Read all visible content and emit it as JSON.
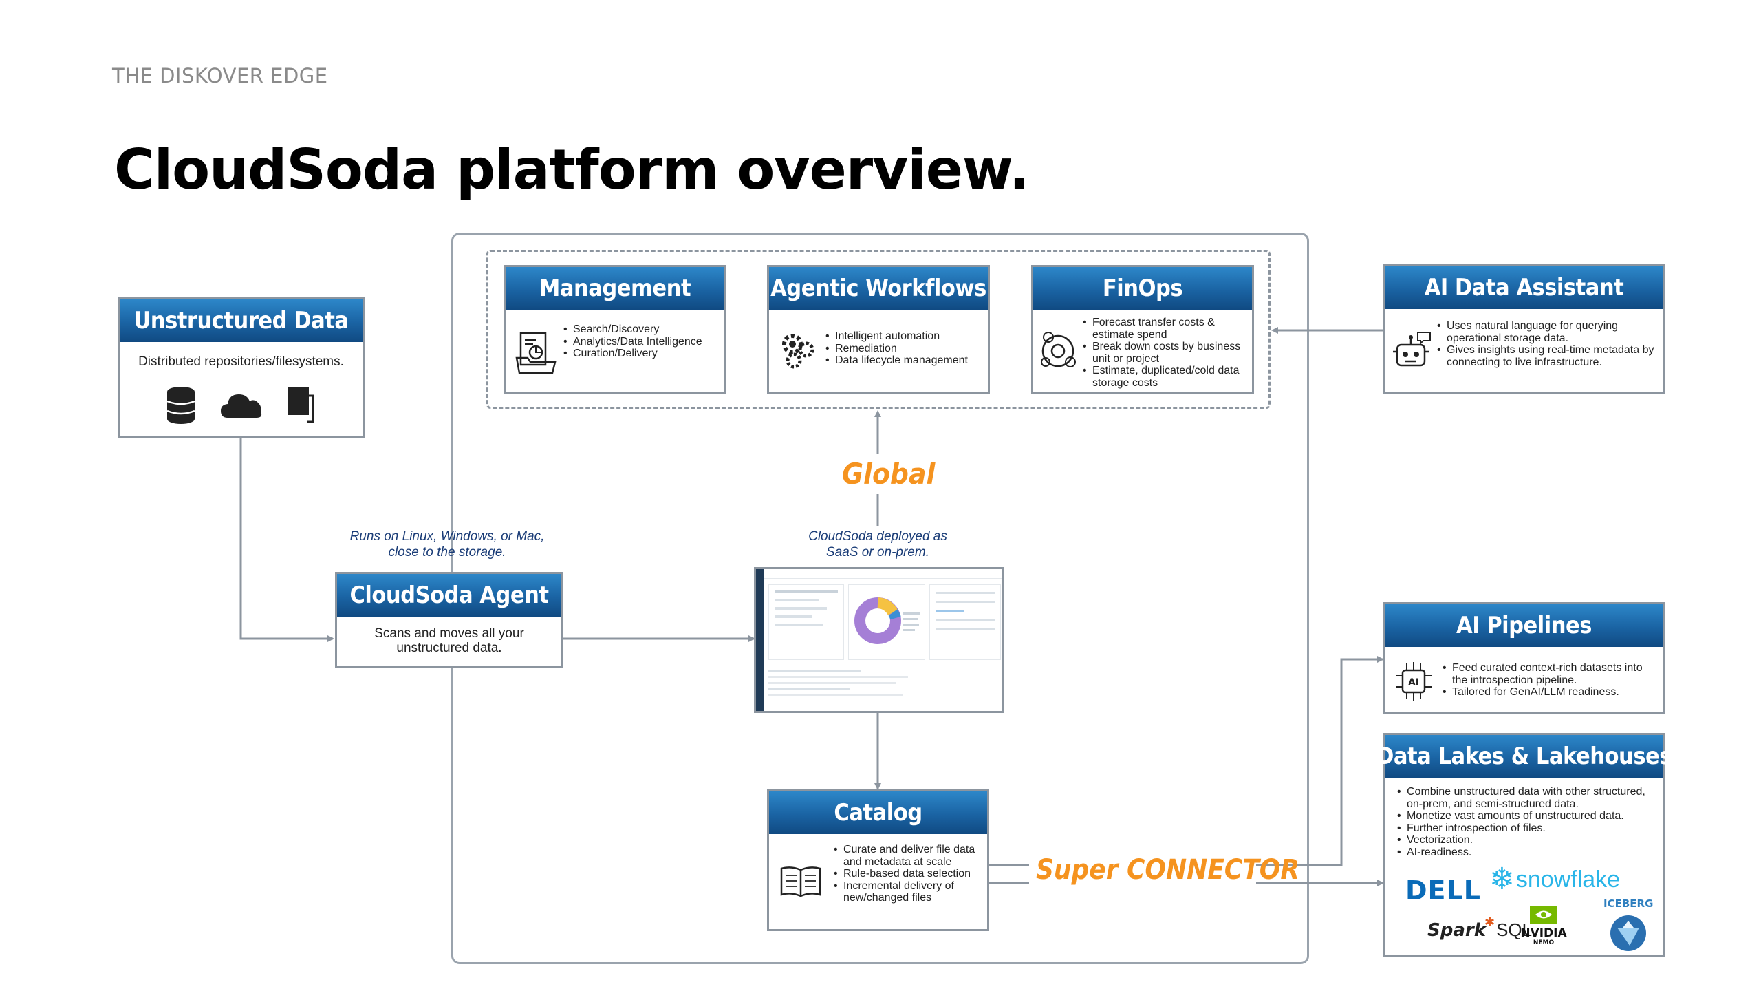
{
  "header": {
    "eyebrow": "THE DISKOVER EDGE",
    "title": "CloudSoda platform overview."
  },
  "unstructured": {
    "title": "Unstructured Data",
    "body": "Distributed repositories/filesystems.",
    "icons": [
      "database-icon",
      "cloud-icon",
      "storage-drive-icon"
    ]
  },
  "agent": {
    "note": "Runs on Linux, Windows, or Mac, close to the storage.",
    "title": "CloudSoda Agent",
    "body": "Scans and moves all your unstructured data."
  },
  "management": {
    "title": "Management",
    "icon": "document-chart-icon",
    "items": [
      "Search/Discovery",
      "Analytics/Data Intelligence",
      "Curation/Delivery"
    ]
  },
  "agentic": {
    "title": "Agentic Workflows",
    "icon": "gears-icon",
    "items": [
      "Intelligent automation",
      "Remediation",
      "Data lifecycle management"
    ]
  },
  "finops": {
    "title": "FinOps",
    "icon": "money-cycle-icon",
    "items": [
      "Forecast transfer costs & estimate spend",
      "Break down costs by business unit or project",
      "Estimate, duplicated/cold data storage costs"
    ]
  },
  "assistant": {
    "title": "AI Data Assistant",
    "icon": "robot-icon",
    "items": [
      "Uses natural language for querying operational storage data.",
      "Gives insights using real-time metadata by connecting to live infrastructure."
    ]
  },
  "global_label": "Global",
  "deploy_note": "CloudSoda deployed as SaaS or on-prem.",
  "catalog": {
    "title": "Catalog",
    "icon": "open-book-icon",
    "items": [
      "Curate and deliver file data and metadata at scale",
      "Rule-based data selection",
      "Incremental delivery of new/changed files"
    ]
  },
  "connector_label": "Super CONNECTOR",
  "pipelines": {
    "title": "AI Pipelines",
    "icon": "ai-chip-icon",
    "items": [
      "Feed curated context-rich datasets into the introspection pipeline.",
      "Tailored for GenAI/LLM readiness."
    ]
  },
  "lakes": {
    "title": "Data Lakes & Lakehouses",
    "items": [
      "Combine unstructured data with other structured, on-prem, and semi-structured data.",
      "Monetize vast amounts of unstructured data.",
      "Further introspection of files.",
      "Vectorization.",
      "AI-readiness."
    ],
    "logos": {
      "dell": "DELL",
      "snowflake": "snowflake",
      "iceberg": "ICEBERG",
      "spark": "Spark",
      "spark_sql": "SQL",
      "nvidia": "NVIDIA",
      "nemo": "NEMO"
    }
  },
  "colors": {
    "header_blue": "#1a63a3",
    "accent_orange": "#f5931f",
    "note_blue": "#1a3c77",
    "border_gray": "#8c959f"
  }
}
